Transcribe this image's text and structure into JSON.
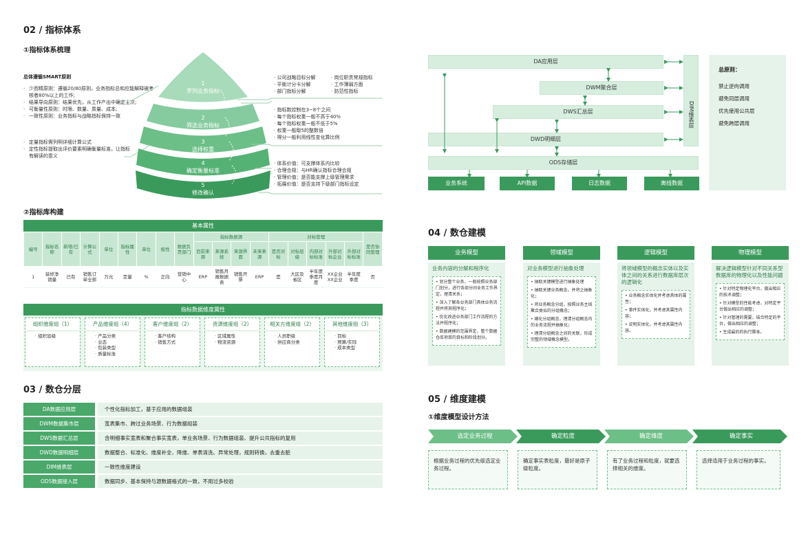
{
  "sec02": {
    "title": "02 / 指标体系",
    "sub1": "①指标体系梳理",
    "sub2": "②指标库构建"
  },
  "smart": {
    "title": "总体遵循SMART原则",
    "items": [
      "少而精原则：遵循20/80原则，业务指标总和应能解释被考核者80%以上的工作;",
      "结果导向原则：结果优先，从工作产出中确定主次;",
      "可衡量性原则：时限、数量、质量、成本;",
      "一致性原则：业务指标与战略指标保持一致"
    ],
    "items2": [
      "定量指标需列明详细计算公式",
      "定性指标提取出评价要素明确衡量标准，让指标有解读的意义"
    ]
  },
  "pyramid": [
    {
      "num": "1",
      "label": "罗列业务指标"
    },
    {
      "num": "2",
      "label": "筛选业务指标"
    },
    {
      "num": "3",
      "label": "选择权重"
    },
    {
      "num": "4",
      "label": "确定衡量标准"
    },
    {
      "num": "5",
      "label": "修改确认"
    }
  ],
  "right_notes": {
    "g1a": [
      "公司战略目标分解",
      "平衡计分卡分解",
      "部门指标分解"
    ],
    "g1b": [
      "岗位职责常规指标",
      "工作薄弱方面",
      "防范性指标"
    ],
    "g2": [
      "指标数控制在3~8个之间",
      "每个指标权重一般不高于40%",
      "每个指标权重一般不低于5%",
      "权重一般取5的整数倍",
      "得分一般利用线性变化算比例"
    ],
    "g3": [
      "体系价值：可支撑体系内比较",
      "合理合规：与HR确认指标合理合规",
      "管理价值：是否能支撑上级管理需求",
      "拓展价值：是否支持下级部门指标设定"
    ]
  },
  "lib": {
    "title": "基本属性",
    "h_src": "指标数据源",
    "h_bench": "对标管理",
    "cols": [
      "编号",
      "指标名称",
      "新增/已有",
      "计算公式",
      "单位",
      "指标属性",
      "单位",
      "极性",
      "数据负责部门",
      "目前来源",
      "来源系统",
      "来源界面",
      "未来来源",
      "是否对标",
      "对标层级",
      "内部对标标准",
      "外部对标企业",
      "外部对标标准",
      "是否协同管理"
    ],
    "row": [
      "1",
      "装修净销量",
      "已有",
      "销售订单全部",
      "万元",
      "定量",
      "%",
      "正向",
      "营销中心",
      "ERP",
      "销售月报数据表",
      "销售开票",
      "ERP",
      "是",
      "大区及省区",
      "半年度季度月度",
      "XX企业XX企业",
      "半年度季度",
      "否"
    ]
  },
  "dim": {
    "title": "指标数据维度属性",
    "groups": [
      {
        "name": "组织维度组（1）",
        "items": [
          "组织层级"
        ]
      },
      {
        "name": "产品维度组（4）",
        "items": [
          "产品分类",
          "业态",
          "包装类型",
          "质量标准"
        ]
      },
      {
        "name": "客户维度组（2）",
        "items": [
          "客户结构",
          "销售方式"
        ]
      },
      {
        "name": "资源维度组（2）",
        "items": [
          "区域属性",
          "物流资源"
        ]
      },
      {
        "name": "相关方维度组（2）",
        "items": [
          "人员职级",
          "供应商分类"
        ]
      },
      {
        "name": "其他维度组（3）",
        "items": [
          "目标",
          "预算/实际",
          "成本类型"
        ]
      }
    ]
  },
  "sec03": {
    "title": "03 / 数仓分层",
    "layers": [
      {
        "name": "DA数据应用层",
        "desc": "个性化指标加工，基于应用的数据组装"
      },
      {
        "name": "DWM数据集市层",
        "desc": "宽表集市、跨过业务场景、行为数据组装"
      },
      {
        "name": "DWS数据汇总层",
        "desc": "含明细事实宽表和聚合事实宽表，单业务场景、行为数据组装、提升公共指标的复用"
      },
      {
        "name": "DWD数据明细层",
        "desc": "数据整合、标准化、维度补全、降维、单表清洗、异常处理，规则转换，去重去脏"
      },
      {
        "name": "DIM维表层",
        "desc": "一致性维度建设"
      },
      {
        "name": "ODS数据接入层",
        "desc": "数据同步、基本保持与源数据格式的一致，不用过多校验"
      }
    ]
  },
  "arch": {
    "da": "DA应用层",
    "dwm": "DWM聚合层",
    "dws": "DWS汇总层",
    "dwd": "DWD明细层",
    "ods": "ODS存储层",
    "dim": "DIM维表层",
    "sources": [
      "业务系统",
      "API数据",
      "日志数据",
      "离线数据"
    ],
    "principles_title": "总原则：",
    "principles": [
      "禁止逆向调用",
      "避免同层调用",
      "优先使用公共层",
      "避免跨层调用"
    ]
  },
  "sec04": {
    "title": "04 / 数仓建模",
    "models": [
      {
        "name": "业务模型",
        "desc": "业务内容的分解和程序化",
        "items": [
          "划分整个业务，一般按照业务部门划分，进行各部分间业务工作界定，理清关系；",
          "深入了解各业务部门具体业务流程并将其程序化；",
          "优化改进业务部门工作流程的方法并程序化；",
          "数据建模的范围界定，整个数据仓库项目的目标和阶段划分。"
        ]
      },
      {
        "name": "领域模型",
        "desc": "对业务模型进行抽象处理",
        "items": [
          "抽取关键模型进行抽象处理",
          "抽取关键业务概念，并将之抽象化；",
          "将业务概念分组，按照业务主线聚合类似的分组概念；",
          "细化分组概念，理清分组概念内的业务流程并抽象化；",
          "理清分组概念之间的关联，形成完整的领域概念模型。"
        ]
      },
      {
        "name": "逻辑模型",
        "desc": "将领域模型的概念实体以及实体之间的关系进行数据库层次的逻辑化",
        "items": [
          "业务概念实体化并考虑具体的属性；",
          "事件实体化，并考虑其属性内容；",
          "说明实体化，并考虑其属性内容。"
        ]
      },
      {
        "name": "物理模型",
        "desc": "解决逻辑模型针对不同关系型数据库的物理化以及性能问题",
        "items": [
          "针对特定物理化平台，做出相应的技术调整；",
          "针对模型的性能考虑，对特定平台做出相应的调整；",
          "针对管理的需要，结合特定的平台，做出相应的调整；",
          "生成最后的执行脚本。"
        ]
      }
    ]
  },
  "sec05": {
    "title": "05 / 维度建模",
    "sub": "①维度模型设计方法",
    "steps": [
      {
        "name": "选定业务过程",
        "desc": "根据业务过程的优先级选定业务过程。"
      },
      {
        "name": "确定粒度",
        "desc": "确定事实表粒度，最好是原子级粒度。"
      },
      {
        "name": "确定维度",
        "desc": "有了业务过程和粒度，就要选择相关的维度。"
      },
      {
        "name": "确定事实",
        "desc": "选择适用于业务过程的事实。"
      }
    ]
  },
  "colors": {
    "primary": "#3a9a5b",
    "light": "#e6f3ea",
    "mid": "#d7eedf"
  }
}
